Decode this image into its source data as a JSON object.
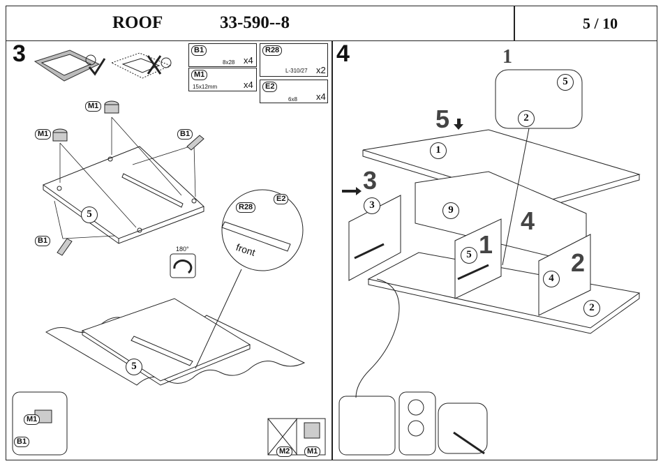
{
  "header": {
    "title": "ROOF",
    "code": "33-590--8",
    "page": "5 / 10"
  },
  "step3": {
    "number": "3",
    "hardware": [
      {
        "tag": "B1",
        "size": "8x28",
        "qty": "x4"
      },
      {
        "tag": "M1",
        "size": "15x12mm",
        "qty": "x4"
      },
      {
        "tag": "R28",
        "size": "L-310/27",
        "qty": "x2"
      },
      {
        "tag": "E2",
        "size": "6x8",
        "qty": "x4"
      }
    ],
    "callouts": {
      "m1": "M1",
      "b1": "B1",
      "r28": "R28",
      "e2": "E2",
      "front": "front",
      "rotate": "180°"
    },
    "panel": "5",
    "inset_tags": {
      "m1": "M1",
      "b1": "B1",
      "m2": "M2",
      "m1b": "M1"
    }
  },
  "step4": {
    "number": "4",
    "parts": {
      "p1": "1",
      "p2": "2",
      "p3": "3",
      "p4": "4",
      "p5": "5",
      "p9": "9"
    },
    "order": {
      "o1": "1",
      "o2": "2",
      "o3": "3",
      "o4": "4",
      "o5": "5"
    },
    "detail": {
      "num": "1",
      "c5": "5",
      "c2": "2"
    }
  }
}
